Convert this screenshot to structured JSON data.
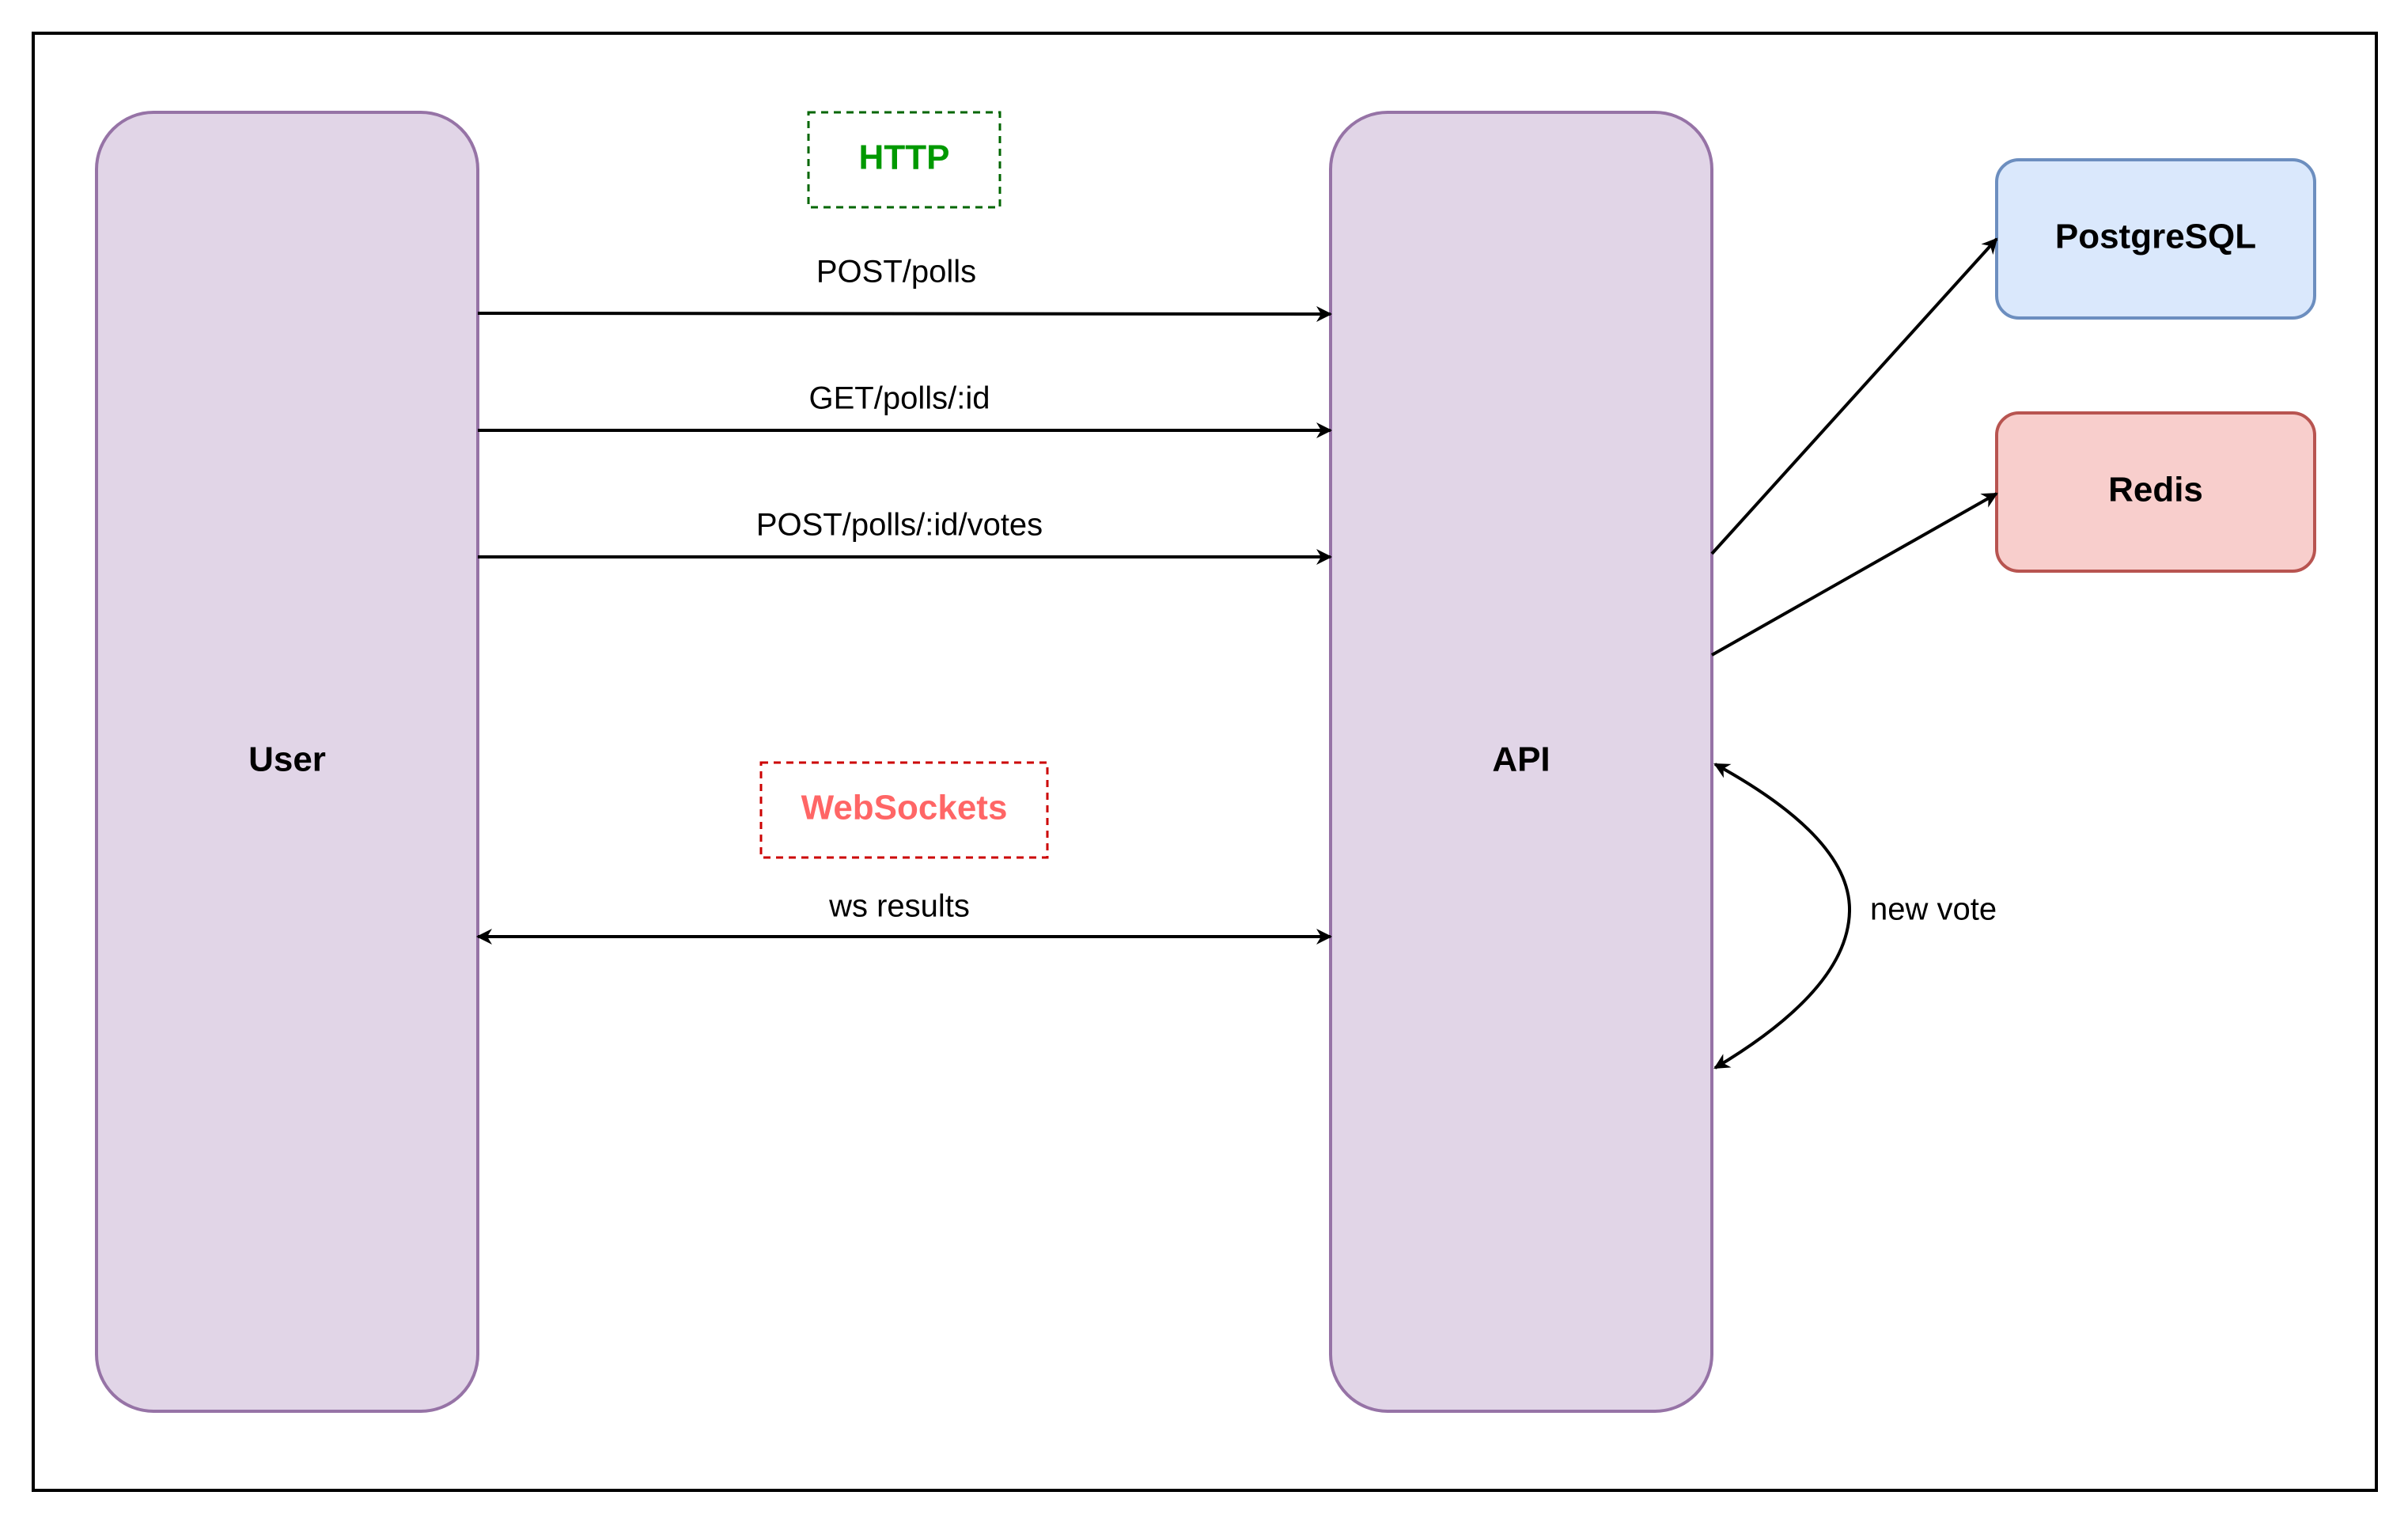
{
  "nodes": {
    "user": {
      "label": "User"
    },
    "api": {
      "label": "API"
    },
    "postgres": {
      "label": "PostgreSQL"
    },
    "redis": {
      "label": "Redis"
    }
  },
  "protocols": {
    "http": {
      "label": "HTTP",
      "color": "#009900"
    },
    "websockets": {
      "label": "WebSockets",
      "color": "#ff6666"
    }
  },
  "edges": {
    "post_polls": {
      "label": "POST/polls"
    },
    "get_poll": {
      "label": "GET/polls/:id"
    },
    "post_votes": {
      "label": "POST/polls/:id/votes"
    },
    "ws_results": {
      "label": "ws results"
    },
    "new_vote": {
      "label": "new vote"
    }
  },
  "colors": {
    "service_fill": "#e1d5e7",
    "service_stroke": "#9673a6",
    "postgres_fill": "#dae8fc",
    "postgres_stroke": "#6c8ebf",
    "redis_fill": "#f8cecc",
    "redis_stroke": "#b85450",
    "http_border": "#006600",
    "ws_border": "#cc0000"
  }
}
